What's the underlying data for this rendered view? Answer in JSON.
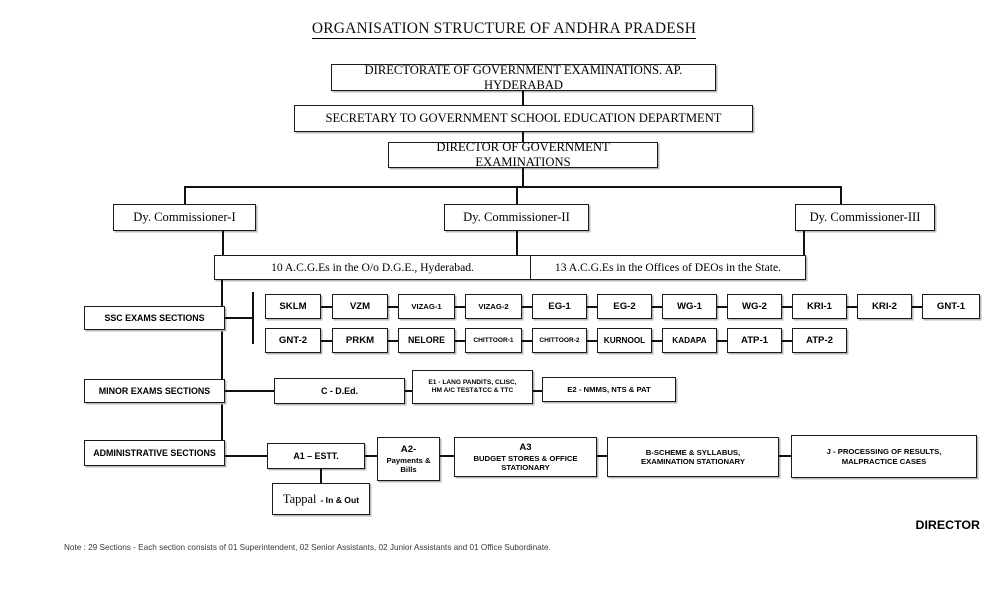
{
  "title": "ORGANISATION STRUCTURE OF ANDHRA PRADESH",
  "hierarchy": {
    "directorate": "DIRECTORATE OF GOVERNMENT EXAMINATIONS. AP. HYDERABAD",
    "secretary": "SECRETARY TO GOVERNMENT SCHOOL EDUCATION DEPARTMENT",
    "director": "DIRECTOR OF GOVERNMENT EXAMINATIONS"
  },
  "commissioners": [
    {
      "label": "Dy. Commissioner-I"
    },
    {
      "label": "Dy. Commissioner-II"
    },
    {
      "label": "Dy. Commissioner-III"
    }
  ],
  "acges": {
    "left": "10 A.C.G.Es in the O/o D.G.E., Hyderabad.",
    "right": "13 A.C.G.Es  in the Offices of DEOs in the State."
  },
  "sections": {
    "ssc": "SSC EXAMS SECTIONS",
    "minor": "MINOR EXAMS SECTIONS",
    "admin": "ADMINISTRATIVE SECTIONS"
  },
  "ssc_row1": [
    "SKLM",
    "VZM",
    "VIZAG-1",
    "VIZAG-2",
    "EG-1",
    "EG-2",
    "WG-1",
    "WG-2",
    "KRI-1",
    "KRI-2",
    "GNT-1"
  ],
  "ssc_row2": [
    "GNT-2",
    "PRKM",
    "NELORE",
    "CHITTOOR-1",
    "CHITTOOR-2",
    "KURNOOL",
    "KADAPA",
    "ATP-1",
    "ATP-2"
  ],
  "minor_row": {
    "ded": "C - D.Ed.",
    "e1_line1": "E1 - LANG PANDITS, CLISC,",
    "e1_line2": "HM A/C TEST&TCC & TTC",
    "e2": "E2 - NMMS, NTS  & PAT"
  },
  "admin_row": {
    "a1": "A1 – ESTT.",
    "tappal_main": "Tappal",
    "tappal_sub": "- In & Out",
    "a2_line1": "A2-",
    "a2_line2": "Payments &",
    "a2_line3": "Bills",
    "a3_line1": "A3",
    "a3_line2": "BUDGET STORES & OFFICE",
    "a3_line3": "STATIONARY",
    "b_line1": "B-SCHEME & SYLLABUS,",
    "b_line2": "EXAMINATION STATIONARY",
    "j_line1": "J - PROCESSING OF RESULTS,",
    "j_line2": "MALPRACTICE CASES"
  },
  "footer": {
    "note": "Note : 29 Sections - Each section consists of 01 Superintendent, 02 Senior Assistants, 02 Junior Assistants and 01 Office Subordinate.",
    "signature": "DIRECTOR"
  },
  "colors": {
    "line": "#111111",
    "border": "#1a1a1a",
    "note_text": "#3a3a3a"
  }
}
